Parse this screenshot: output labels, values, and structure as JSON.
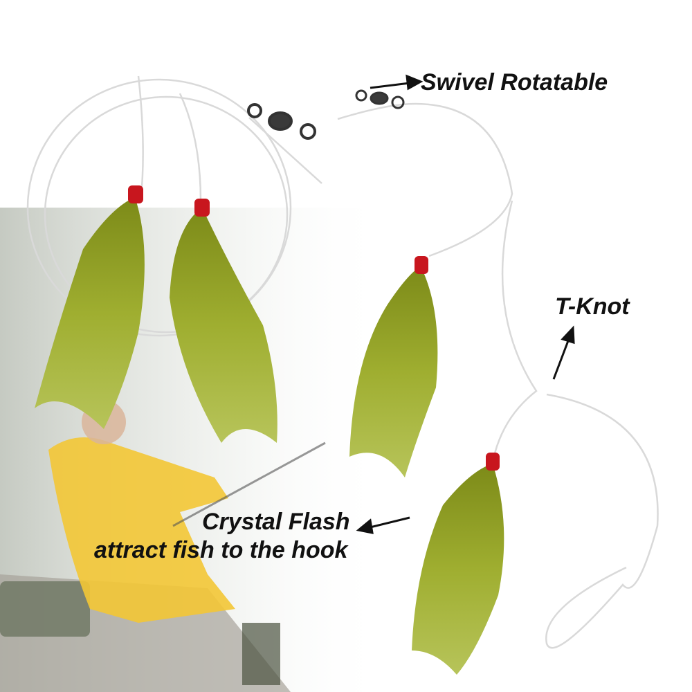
{
  "annotations": {
    "swivel": "Swivel Rotatable",
    "tknot": "T-Knot",
    "crystal_flash": "Crystal Flash",
    "attract": "attract fish to the hook"
  },
  "colors": {
    "lure_hair": "#9aa82a",
    "lure_hair_dark": "#6f7d15",
    "thread": "#c8161e",
    "jacket": "#f3c735",
    "line": "#d8d8d8"
  }
}
